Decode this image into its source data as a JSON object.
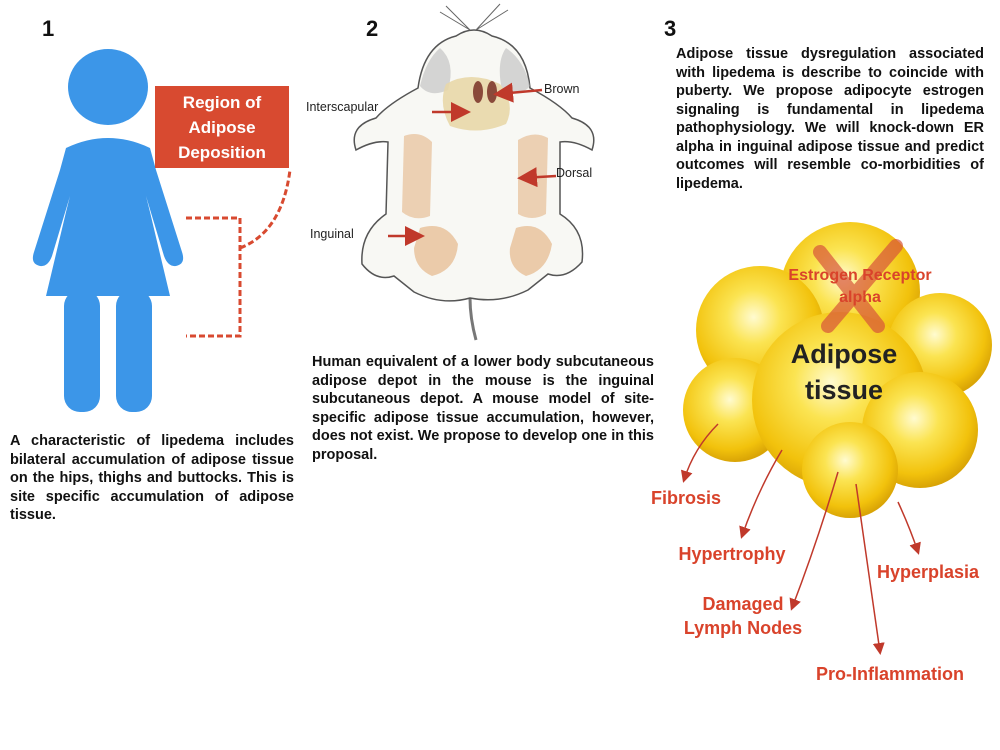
{
  "panels": {
    "p1": {
      "number": "1",
      "box_label": "Region of Adipose Deposition",
      "text": "A characteristic of lipedema includes bilateral accumulation of adipose tissue on the hips, thighs and buttocks. This is site specific accumulation of adipose tissue."
    },
    "p2": {
      "number": "2",
      "labels": {
        "brown": "Brown",
        "interscapular": "Interscapular",
        "dorsal": "Dorsal",
        "inguinal": "Inguinal"
      },
      "text": "Human equivalent of a lower body subcutaneous adipose depot in the mouse is the inguinal  subcutaneous depot. A mouse model of site-specific adipose tissue accumulation, however, does not exist. We propose to develop one in this proposal."
    },
    "p3": {
      "number": "3",
      "text": "Adipose tissue dysregulation associated with lipedema is describe to coincide with puberty. We propose adipocyte estrogen signaling is fundamental in lipedema pathophysiology. We will knock-down ER alpha in inguinal adipose tissue and predict outcomes will resemble co-morbidities of lipedema.",
      "blob": {
        "receptor_line1": "Estrogen Receptor",
        "receptor_line2": "alpha",
        "title_line1": "Adipose",
        "title_line2": "tissue"
      },
      "outcomes": {
        "fibrosis": "Fibrosis",
        "hypertrophy": "Hypertrophy",
        "damaged_line1": "Damaged",
        "damaged_line2": "Lymph Nodes",
        "hyperplasia": "Hyperplasia",
        "proinflammation": "Pro-Inflammation"
      }
    }
  },
  "colors": {
    "figure_blue": "#3c96e8",
    "accent_red": "#d84a30",
    "blob_yellow": "#f6d21a",
    "fat_pad": "#e9c5a2"
  }
}
